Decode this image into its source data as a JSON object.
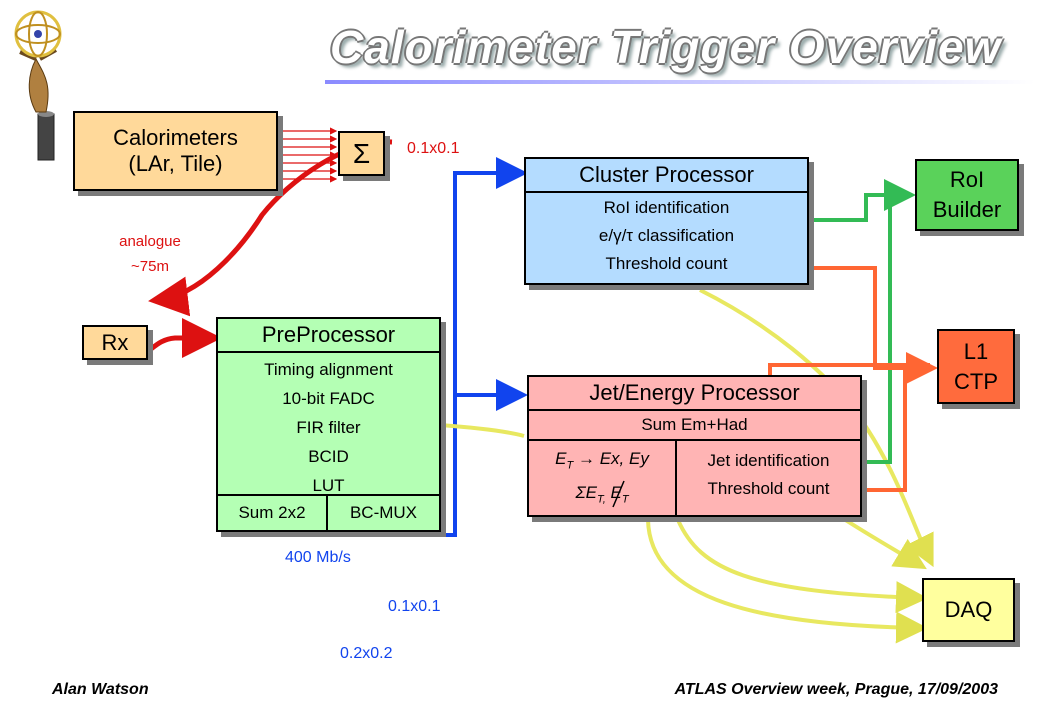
{
  "slide": {
    "title": "Calorimeter Trigger Overview",
    "footer_left": "Alan Watson",
    "footer_right": "ATLAS Overview week, Prague, 17/09/2003"
  },
  "colors": {
    "calorimeters": "#ffd99a",
    "preprocessor": "#b4ffb4",
    "cluster_processor": "#b4dcff",
    "jet_energy_processor": "#ffb4b4",
    "roi_builder": "#5ad25a",
    "l1_ctp": "#ff6b3d",
    "daq": "#ffff9e",
    "analogue_cable": "#dd1111",
    "digital_link": "#1144ee",
    "roi_link": "#33bb55",
    "ctp_link": "#ff6633",
    "daq_link": "#e8e860"
  },
  "calorimeters": {
    "line1": "Calorimeters",
    "line2": "(LAr, Tile)"
  },
  "sum_box": {
    "symbol": "Σ"
  },
  "rx": {
    "label": "Rx"
  },
  "labels": {
    "granularity_top": "0.1x0.1",
    "analogue": "analogue",
    "cable_length": "~75m",
    "bitrate": "400 Mb/s",
    "granularity_mid": "0.1x0.1",
    "granularity_bottom": "0.2x0.2"
  },
  "preprocessor": {
    "title": "PreProcessor",
    "functions": [
      "Timing alignment",
      "10-bit FADC",
      "FIR filter",
      "BCID",
      "LUT"
    ],
    "sum": "Sum 2x2",
    "mux": "BC-MUX"
  },
  "cluster_processor": {
    "title": "Cluster Processor",
    "line1": "RoI identification",
    "line2": "e/γ/τ classification",
    "line3": "Threshold count"
  },
  "jet_energy_processor": {
    "title": "Jet/Energy Processor",
    "sum": "Sum Em+Had",
    "et_left": "E",
    "et_left_sub": "T",
    "et_conv": "→ Ex, Ey",
    "sigma": "ΣE",
    "sigma_sub": "T,",
    "miss": "E",
    "miss_sub": "T",
    "jet_id": "Jet identification",
    "threshold": "Threshold count"
  },
  "roi_builder": {
    "line1": "RoI",
    "line2": "Builder"
  },
  "l1_ctp": {
    "line1": "L1",
    "line2": "CTP"
  },
  "daq": {
    "label": "DAQ"
  }
}
